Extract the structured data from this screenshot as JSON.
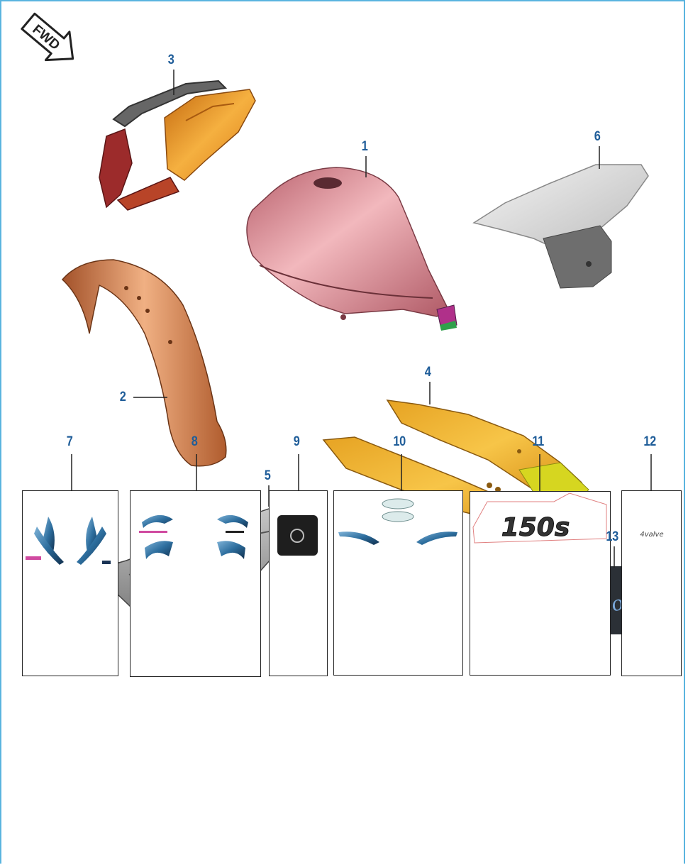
{
  "fwd_label": "FWD",
  "decal_13_text": "Discover",
  "decal_11_text": "150s",
  "decal_12_text": "4valve",
  "callouts": [
    "1",
    "2",
    "3",
    "4",
    "5",
    "6",
    "7",
    "8",
    "9",
    "10",
    "11",
    "12",
    "13"
  ],
  "colors": {
    "frame_border": "#5ab4df",
    "callout_text": "#1f5d99",
    "tank": "#d8808a",
    "orange_parts": "#d9781f",
    "mudguard": "#c8703e",
    "grey_panels": "#8e8e8e",
    "light_panel": "#d8d8d8",
    "decal_blue": "#2d6e9e"
  }
}
